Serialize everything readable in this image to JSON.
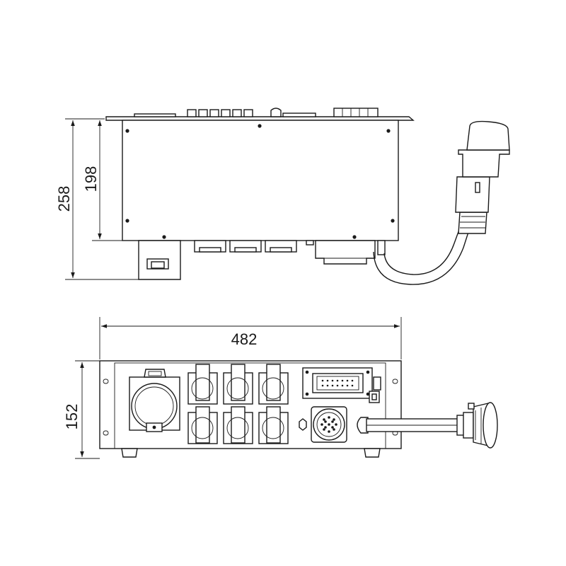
{
  "dimensions": {
    "total_height": "258",
    "body_height": "198",
    "width": "482",
    "front_height": "152"
  }
}
